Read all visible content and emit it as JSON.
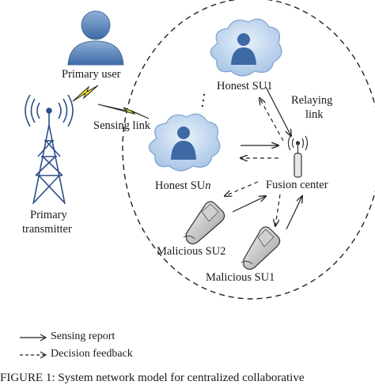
{
  "labels": {
    "primary_user": "Primary user",
    "primary_transmitter_1": "Primary",
    "primary_transmitter_2": "transmitter",
    "sensing_link": "Sensing link",
    "honest_su1": "Honest SU1",
    "honest_sun_prefix": "Honest SU",
    "honest_sun_suffix": "n",
    "relaying_1": "Relaying",
    "relaying_2": "link",
    "fusion_center": "Fusion center",
    "malicious_su2": "Malicious SU2",
    "malicious_su1": "Malicious SU1",
    "ellipsis_dots": "·  ·  ·"
  },
  "legend": {
    "sensing_report": "Sensing report",
    "decision_feedback": "Decision feedback"
  },
  "caption": "FIGURE 1: System network model for centralized collaborative"
}
